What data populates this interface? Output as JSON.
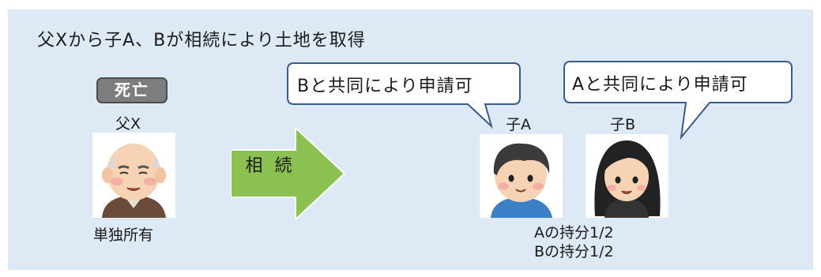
{
  "title": "父Xから子A、Bが相続により土地を取得",
  "father": {
    "status_badge": "死亡",
    "name": "父X",
    "ownership": "単独所有"
  },
  "arrow_label": "相 続",
  "child_a": {
    "name": "子A",
    "bubble": "Bと共同により申請可",
    "share": "Aの持分1/2"
  },
  "child_b": {
    "name": "子B",
    "bubble": "Aと共同により申請可",
    "share": "Bの持分1/2"
  },
  "colors": {
    "panel_bg": "#dde9f5",
    "arrow_fill": "#8cc152",
    "bubble_border": "#3a5a8a",
    "badge_bg": "#7d7d7d"
  }
}
